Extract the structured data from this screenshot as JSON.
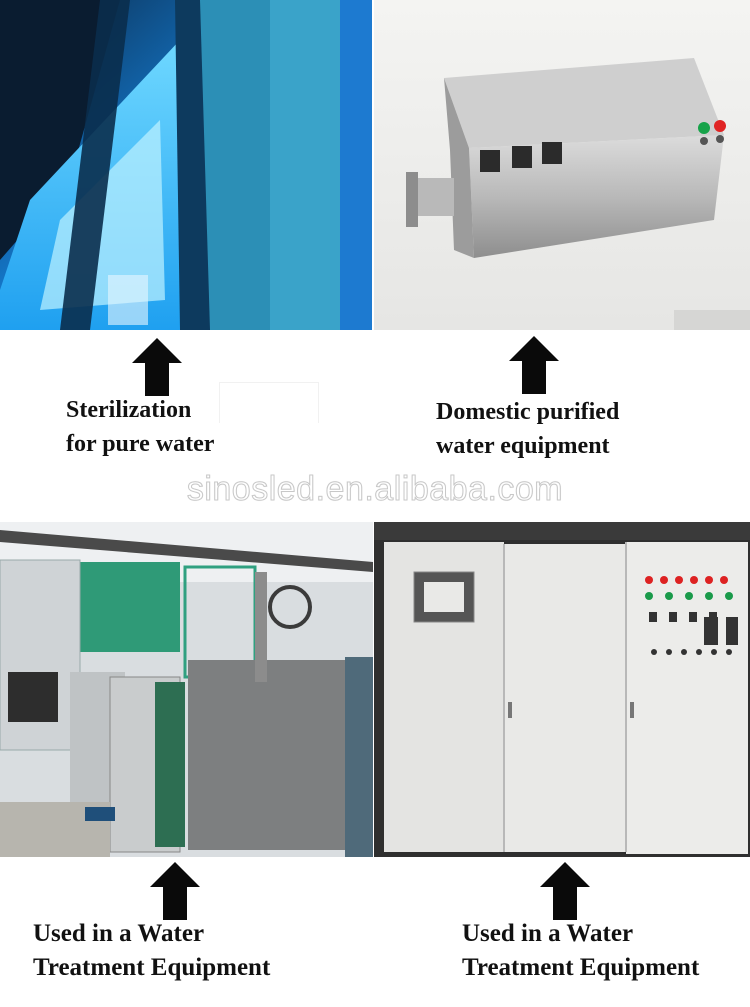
{
  "captions": [
    {
      "line1": "Sterilization",
      "line2": "for pure water"
    },
    {
      "line1": "Domestic purified",
      "line2": "water equipment"
    },
    {
      "line1": "Used in a Water",
      "line2": "Treatment Equipment"
    },
    {
      "line1": "Used in a Water",
      "line2": "Treatment Equipment"
    }
  ],
  "watermark": "sinosled.en.alibaba.com",
  "icons": {
    "arrow": "up-arrow-icon"
  },
  "colors": {
    "arrow": "#0a0a0a",
    "uv_glow": "#2fa8ff",
    "caption_text": "#111111"
  }
}
